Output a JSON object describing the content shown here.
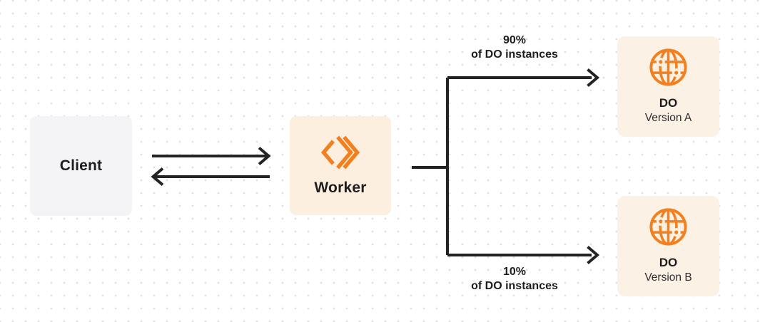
{
  "diagram": {
    "title_hint": "Worker routing traffic between two Durable Object versions",
    "nodes": {
      "client": {
        "label": "Client"
      },
      "worker": {
        "label": "Worker",
        "icon": "cloudflare-workers-icon"
      },
      "do_version_a": {
        "title": "DO",
        "subtitle": "Version A",
        "icon": "durable-object-globe-icon"
      },
      "do_version_b": {
        "title": "DO",
        "subtitle": "Version B",
        "icon": "durable-object-globe-icon"
      }
    },
    "edges": {
      "client_worker": {
        "style": "two parallel horizontal arrows, right and left"
      },
      "top_branch": {
        "pct": "90%",
        "caption": "of DO instances"
      },
      "bottom_branch": {
        "pct": "10%",
        "caption": "of DO instances"
      }
    }
  },
  "colors": {
    "accent-orange": "#f2801f",
    "line-dark": "#232323",
    "text-primary": "#1d1d1f",
    "text-secondary": "#2e2e30",
    "client-bg": "#f4f4f6",
    "worker-bg": "#fcefdf",
    "do-bg": "#fbf1e5",
    "canvas-bg": "#ffffff",
    "dot-color": "#e1e1e4"
  }
}
